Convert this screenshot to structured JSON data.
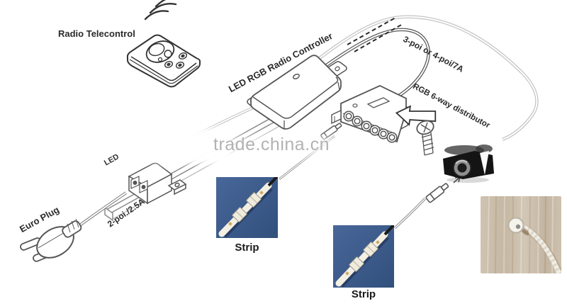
{
  "watermark": {
    "text": "trade.china.cn"
  },
  "labels": {
    "radio_telecontrol": "Radio Telecontrol",
    "controller": "LED RGB Radio Controller",
    "extension_cable": "3-poi or 4-poi/7A",
    "distributor": "RGB 6-way distributor",
    "euro_plug": "Euro Plug",
    "power_cable": "2-poi./2.5A",
    "driver_partial": "LED",
    "strip_caption_1": "Strip",
    "strip_caption_2": "Strip"
  },
  "colors": {
    "line_art": "#4a4a4a",
    "light_cable": "#c4c4c4",
    "strip_photo_blue": "#3c5d90",
    "wood_photo_beige": "#c9bcaa",
    "watermark_gray": "#b2b2b2"
  },
  "illustrations": [
    "radio-remote",
    "radio-waves",
    "led-rgb-radio-controller-box",
    "euro-plug",
    "led-driver-box",
    "led-rail",
    "rgb-6-way-distributor",
    "screw",
    "pointer-arrow",
    "jack-plug",
    "strip-photo",
    "strip-photo",
    "socket-connector-photo",
    "white-cable-photo"
  ]
}
